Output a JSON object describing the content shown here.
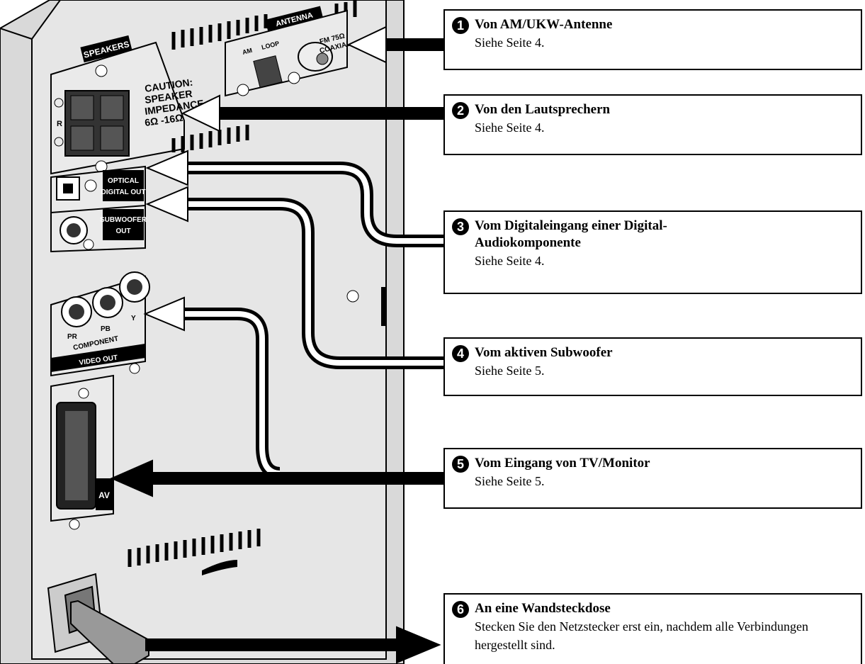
{
  "panel": {
    "speakers_label": "SPEAKERS",
    "caution_lines": [
      "CAUTION:",
      "SPEAKER",
      "IMPEDANCE",
      "6Ω -16Ω"
    ],
    "r_label": "R",
    "antenna_label": "ANTENNA",
    "am_label": "AM",
    "loop_label": "LOOP",
    "fm_label": "FM 75Ω",
    "coaxial_label": "COAXIAL",
    "optical_lines": [
      "OPTICAL",
      "DIGITAL OUT"
    ],
    "subwoofer_lines": [
      "SUBWOOFER",
      "OUT"
    ],
    "pr_label": "PR",
    "pb_label": "PB",
    "y_label": "Y",
    "component_label": "COMPONENT",
    "video_out_label": "VIDEO OUT",
    "av_label": "AV"
  },
  "callouts": [
    {
      "num": "1",
      "title": "Von AM/UKW-Antenne",
      "desc": "Siehe Seite 4."
    },
    {
      "num": "2",
      "title": "Von den Lautsprechern",
      "desc": "Siehe Seite 4."
    },
    {
      "num": "3",
      "title": "Vom Digitaleingang einer Digital-Audiokomponente",
      "desc": "Siehe Seite 4."
    },
    {
      "num": "4",
      "title": "Vom aktiven Subwoofer",
      "desc": "Siehe Seite 5."
    },
    {
      "num": "5",
      "title": "Vom Eingang von TV/Monitor",
      "desc": "Siehe Seite 5."
    },
    {
      "num": "6",
      "title": "An eine Wandsteckdose",
      "desc": "Stecken Sie den Netzstecker erst ein, nachdem alle Verbindungen hergestellt sind."
    }
  ],
  "colors": {
    "panel": "#e2e2e2",
    "stroke": "#000000",
    "label_bg": "#000000"
  }
}
